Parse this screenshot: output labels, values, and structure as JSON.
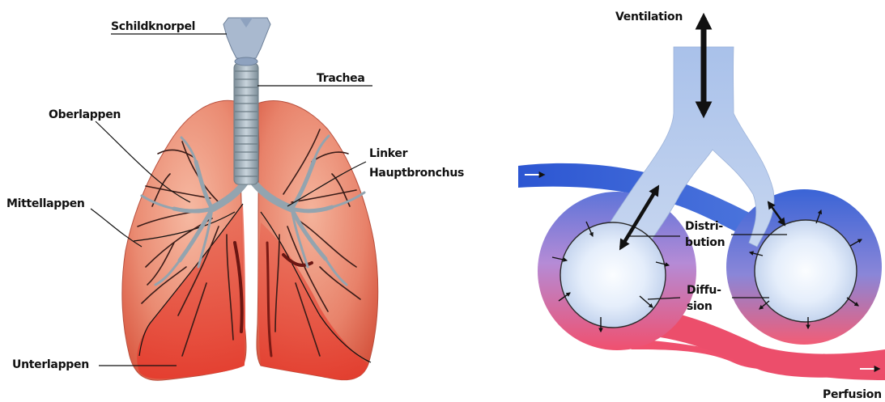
{
  "left_panel": {
    "labels": {
      "thyroid_cartilage": "Schildknorpel",
      "trachea": "Trachea",
      "upper_lobe": "Oberlappen",
      "left_main_bronchus_line1": "Linker",
      "left_main_bronchus_line2": "Hauptbronchus",
      "middle_lobe": "Mittellappen",
      "lower_lobe": "Unterlappen"
    }
  },
  "right_panel": {
    "labels": {
      "ventilation": "Ventilation",
      "distribution_line1": "Distri-",
      "distribution_line2": "bution",
      "diffusion_line1": "Diffu-",
      "diffusion_line2": "sion",
      "perfusion": "Perfusion"
    }
  },
  "colors": {
    "lung_tissue": "#e8806a",
    "lung_dark": "#d23a2a",
    "bronchi": "#9aa9b4",
    "airway_blue": "#bcd0ee",
    "venous_blue": "#3f6fd8",
    "arterial_red": "#e8556e"
  }
}
